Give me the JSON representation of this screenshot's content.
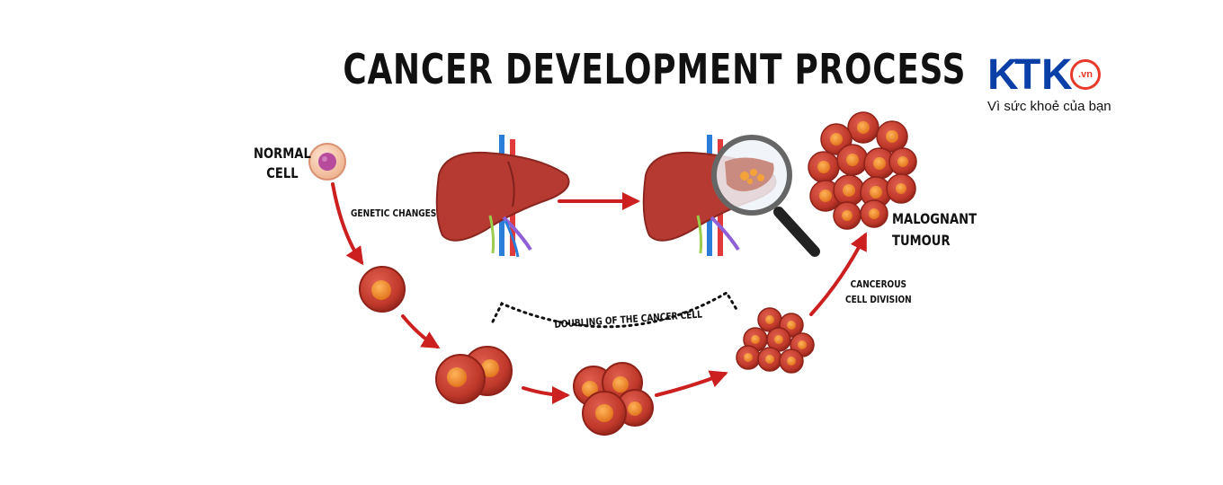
{
  "title": "CANCER DEVELOPMENT PROCESS",
  "labels": {
    "normal_cell_line1": "NORMAL",
    "normal_cell_line2": "CELL",
    "genetic_changes": "GENETIC CHANGES",
    "doubling": "DOUBLING OF THE CANCER CELL",
    "cancerous_line1": "CANCEROUS",
    "cancerous_line2": "CELL DIVISION",
    "malignant_line1": "MALOGNANT",
    "malignant_line2": "TUMOUR"
  },
  "logo": {
    "letter_k1": "K",
    "letter_t": "T",
    "letter_k2": "K",
    "domain": ".vn",
    "tagline": "Vì sức khoẻ của bạn"
  },
  "colors": {
    "cell_red": "#c0392b",
    "nucleus_orange": "#f08a2b",
    "normal_cell": "#f6c7a8",
    "normal_nucleus": "#b84c9c",
    "liver": "#b73a32",
    "arrow": "#cc1f1f",
    "logo_blue": "#0a3fa8",
    "logo_red": "#e8392b"
  },
  "icons": [
    "normal-cell-icon",
    "cancer-cell-icon",
    "liver-icon",
    "magnifier-icon",
    "tumour-icon",
    "arrow-icon"
  ]
}
